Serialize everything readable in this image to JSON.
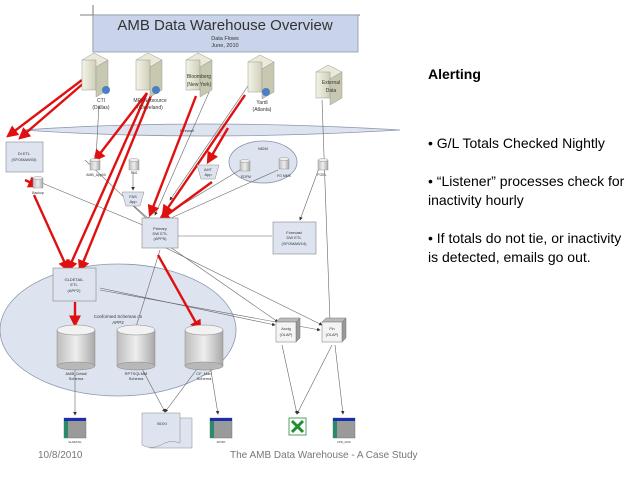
{
  "diagram": {
    "title": "AMB Data Warehouse Overview",
    "subtitle_line1": "Data Flows",
    "subtitle_line2": "June, 2010",
    "sources": [
      {
        "line1": "CTI",
        "line2": "(Dallas)"
      },
      {
        "line1": "MRI Netsource",
        "line2": "(Cleveland)"
      },
      {
        "line1": "Bloomberg",
        "line2": "(New York)"
      },
      {
        "line1": "Yardi",
        "line2": "(Atlanta)"
      },
      {
        "line1": "External",
        "line2": "Data"
      }
    ],
    "firewall_label": "Firewall",
    "di_etl": {
      "line1": "DI ETL",
      "line2": "(SFOMAW03)"
    },
    "db_small_di": "Backup",
    "amb_app_db": "AMB_App00",
    "fas_db": "FAS",
    "fas_app": {
      "line1": "FAS",
      "line2": "App"
    },
    "aht_app": {
      "line1": "AHT",
      "line2": "App"
    },
    "mdm_group": "MDM",
    "mdm_items": [
      "EDFM",
      "FG MMS"
    ],
    "fgel_db": "FGEL",
    "primary_etl": {
      "line1": "Primary",
      "line2": "DW ETL",
      "line3": "(APP5)"
    },
    "forecast_etl": {
      "line1": "Forecast",
      "line2": "DW ETL",
      "line3": "(SFOMAW14)"
    },
    "gldetail_etl": {
      "line1": "GLDETAIL",
      "line2": "ETL",
      "line3": "(APP2)"
    },
    "conformed_group": {
      "line1": "Conformed Schemas on",
      "line2": "APP2"
    },
    "schemas": [
      {
        "line1": "AMB_Detail",
        "line2": "Schema"
      },
      {
        "line1": "RPTSQLMM",
        "line2": "Schema"
      },
      {
        "line1": "CF_Mart",
        "line2": "Schema"
      }
    ],
    "olap_cubes": [
      {
        "line1": "Acctg",
        "line2": "(OLAP)"
      },
      {
        "line1": "Fin",
        "line2": "(OLAP)"
      }
    ],
    "boxi_label": "BOXI",
    "reports": [
      "GLDETAIL",
      "APORI",
      "FPR_2010"
    ],
    "colors": {
      "flow_red": "#e01010",
      "box_fill": "#dde4f0",
      "title_fill": "#c9d4ea"
    }
  },
  "panel": {
    "heading": "Alerting",
    "bullets": [
      "• G/L Totals Checked Nightly",
      "• “Listener” processes check for inactivity hourly",
      "• If totals do not tie, or inactivity is detected, emails go out."
    ]
  },
  "footer": {
    "date": "10/8/2010",
    "title": "The AMB Data Warehouse - A Case Study"
  }
}
